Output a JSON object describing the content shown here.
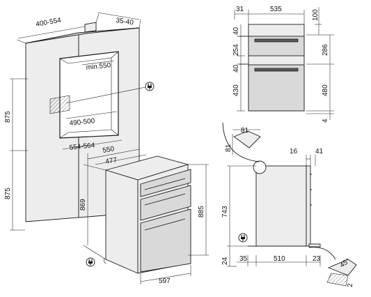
{
  "diagram": {
    "type": "technical installation drawing",
    "subject": "built-in double oven",
    "units": "mm"
  },
  "column_view": {
    "dims": {
      "width_range": "400-554",
      "depth_range": "35-40",
      "min_depth": "min.550",
      "opening_height": "490-500",
      "opening_width": "554-564",
      "upper_height": "875",
      "lower_height": "875"
    },
    "icons": [
      "plug-icon"
    ]
  },
  "front_view": {
    "dims": {
      "left_offset": "31",
      "width": "535",
      "top": "100",
      "h1": "40",
      "h2": "254",
      "h3": "40",
      "h4": "430",
      "r1": "286",
      "r2": "480",
      "r3": "4"
    }
  },
  "oven_iso": {
    "dims": {
      "depth": "550",
      "inner_depth": "477",
      "height_inner": "869",
      "height": "885",
      "width": "597"
    },
    "icons": [
      "plug-icon"
    ]
  },
  "side_view": {
    "dims": {
      "detail_w": "81",
      "detail_h": "81",
      "door": "16",
      "front": "41",
      "height": "743",
      "base": "24",
      "back": "35",
      "depth": "510",
      "front_gap": "23",
      "angle": "45°",
      "tilt": "2"
    },
    "icons": [
      "plug-icon"
    ]
  }
}
